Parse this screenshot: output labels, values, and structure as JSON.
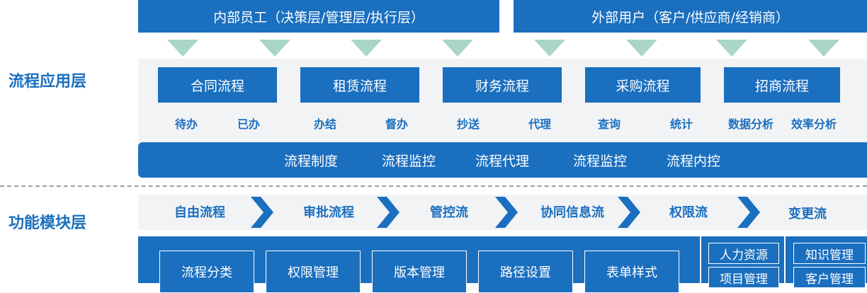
{
  "top_users": {
    "internal": "内部员工（决策层/管理层/执行层）",
    "external": "外部用户（客户/供应商/经销商）"
  },
  "layers": {
    "process_app": "流程应用层",
    "function_module": "功能模块层"
  },
  "process_boxes": [
    "合同流程",
    "租赁流程",
    "财务流程",
    "采购流程",
    "招商流程"
  ],
  "sub_labels": [
    "待办",
    "已办",
    "办结",
    "督办",
    "抄送",
    "代理",
    "查询",
    "统计",
    "数据分析",
    "效率分析"
  ],
  "system_bar": [
    "流程制度",
    "流程监控",
    "流程代理",
    "流程监控",
    "流程内控"
  ],
  "flow_steps": [
    "自由流程",
    "审批流程",
    "管控流",
    "协同信息流",
    "权限流",
    "变更流"
  ],
  "modules": [
    "流程分类",
    "权限管理",
    "版本管理",
    "路径设置",
    "表单样式"
  ],
  "side_modules": {
    "col1": [
      "人力资源",
      "项目管理"
    ],
    "col2": [
      "知识管理",
      "客户管理"
    ]
  },
  "colors": {
    "primary_blue": "#1a6fbf",
    "arrow_green": "#a9d6c6",
    "panel_gray": "#f2f3f5"
  }
}
